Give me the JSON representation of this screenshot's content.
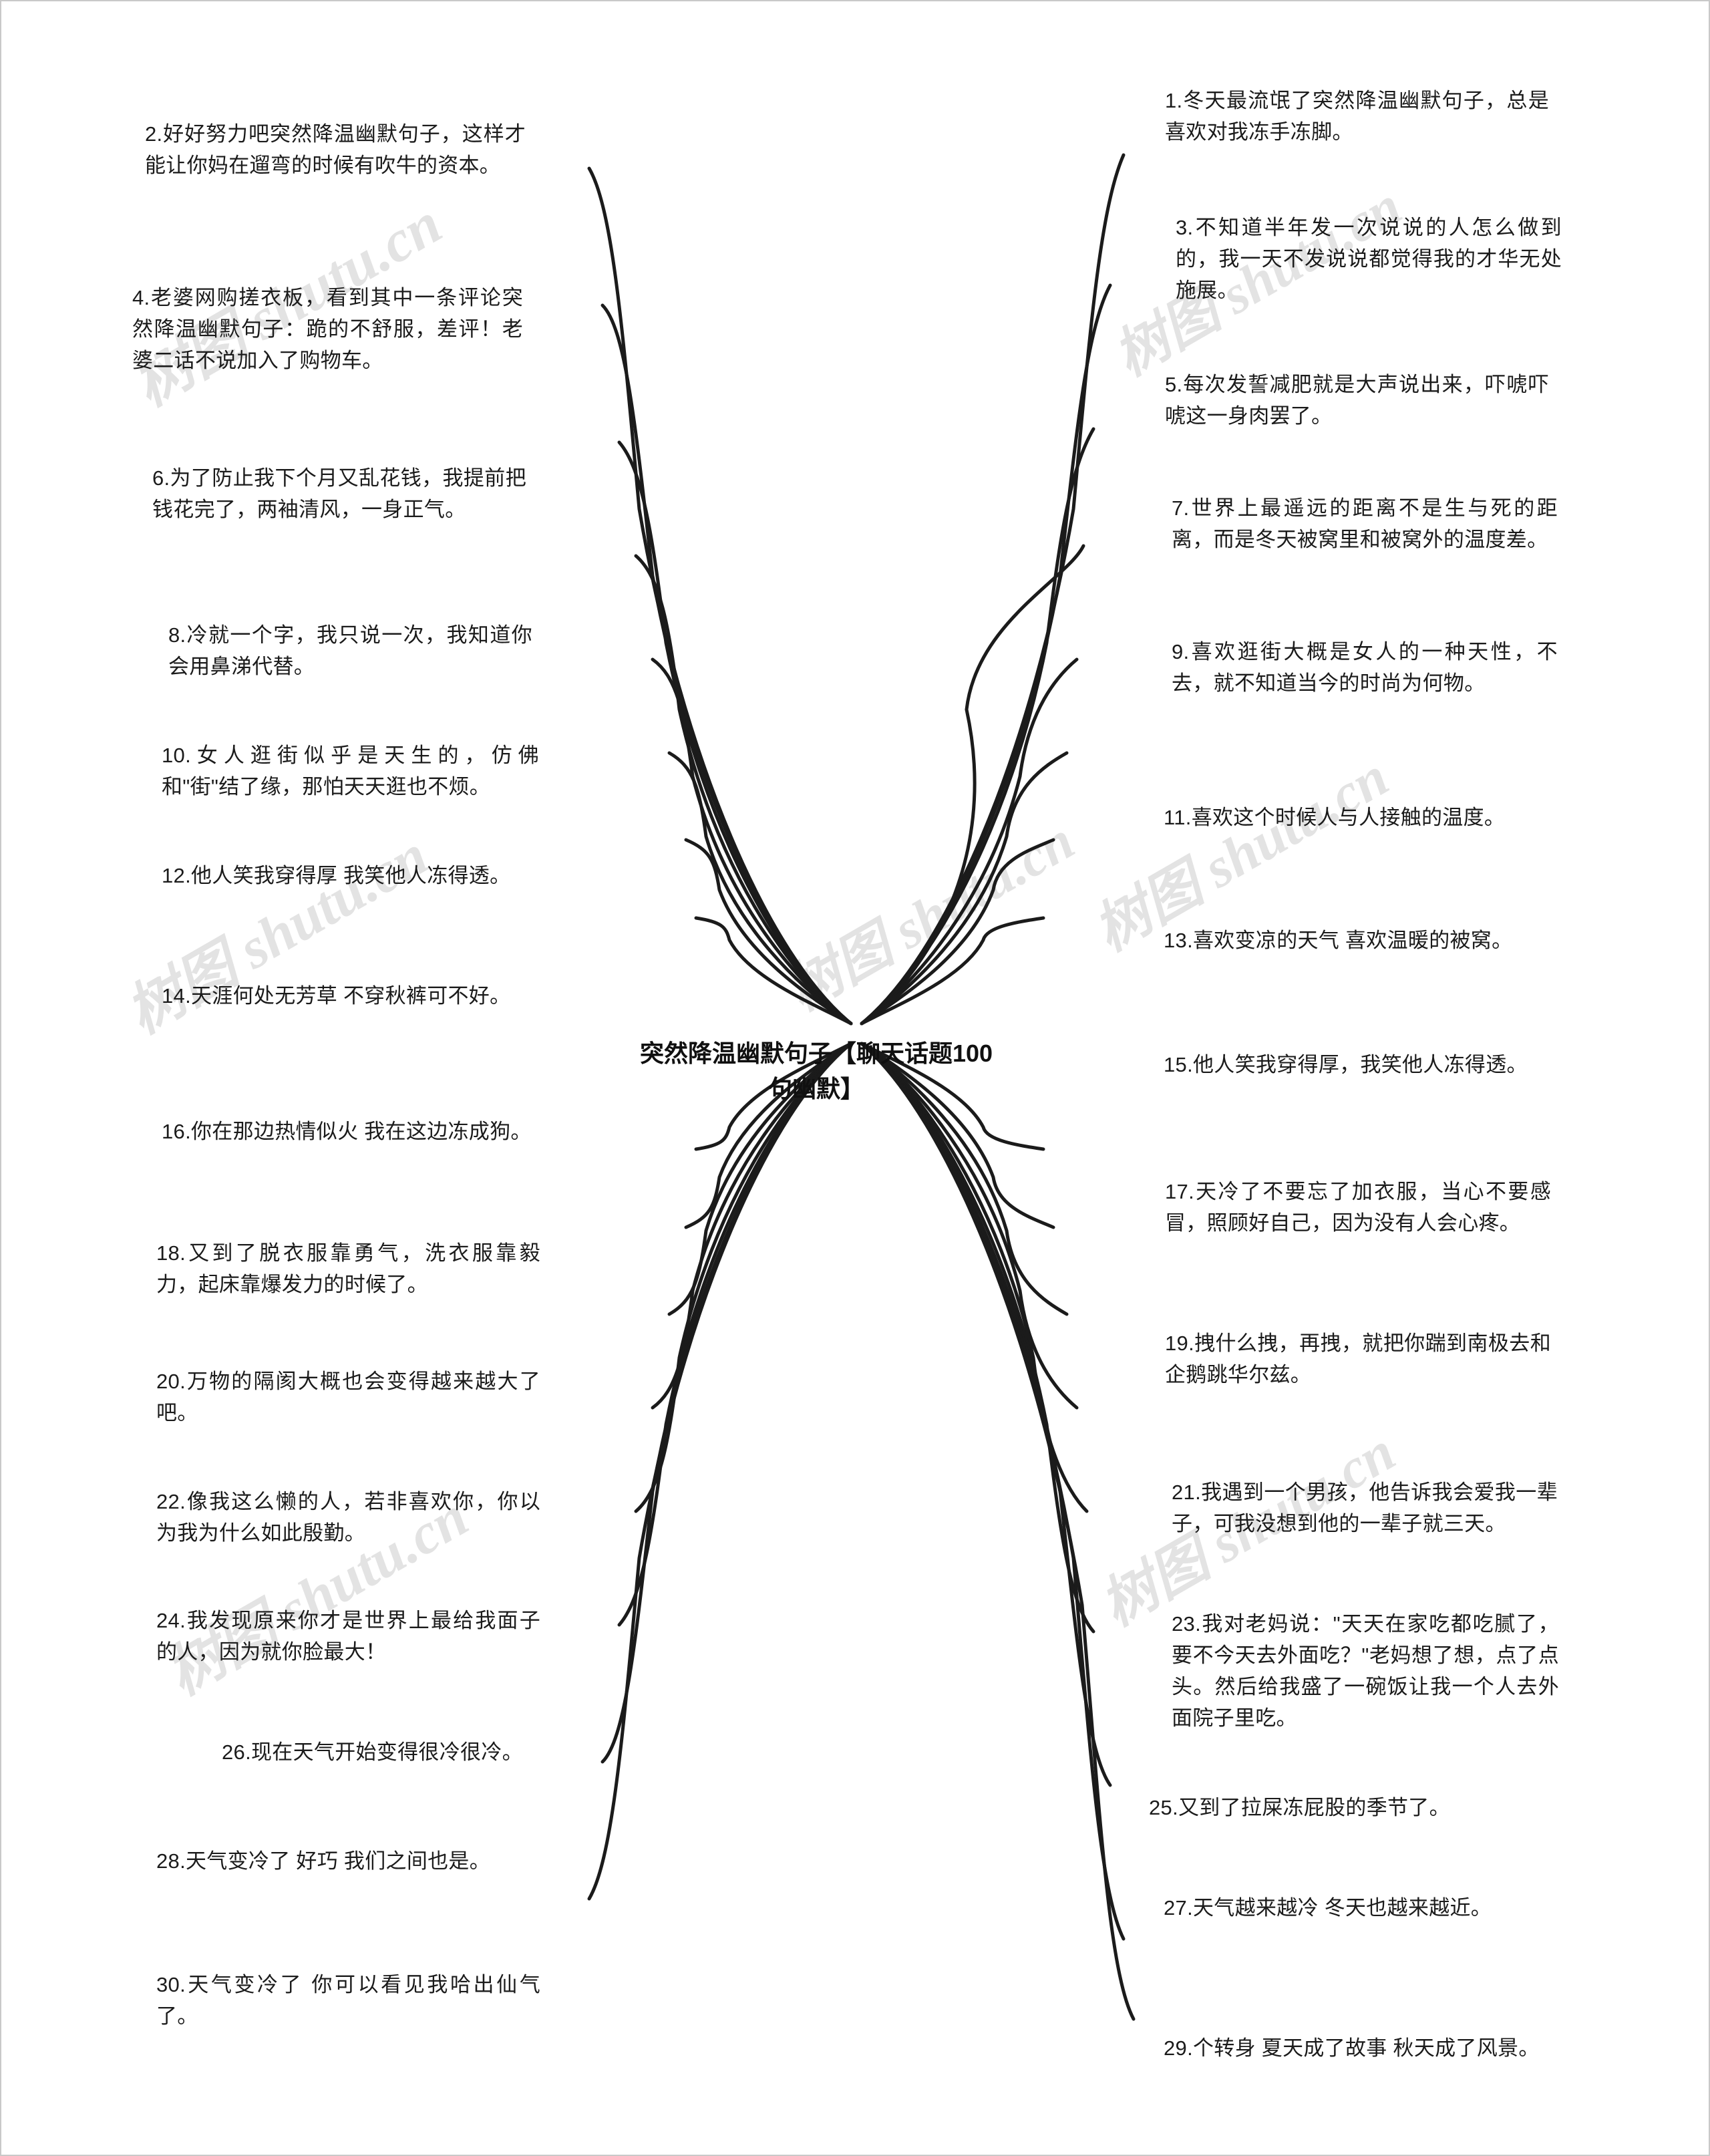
{
  "center": {
    "title": "突然降温幽默句子【聊天话题100句幽默】"
  },
  "watermark": {
    "text": "树图 shutu.cn"
  },
  "branches": {
    "left": [
      {
        "id": "n2",
        "text": "2.好好努力吧突然降温幽默句子，这样才能让你妈在遛弯的时候有吹牛的资本。"
      },
      {
        "id": "n4",
        "text": "4.老婆网购搓衣板，看到其中一条评论突然降温幽默句子：跪的不舒服，差评！老婆二话不说加入了购物车。"
      },
      {
        "id": "n6",
        "text": "6.为了防止我下个月又乱花钱，我提前把钱花完了，两袖清风，一身正气。"
      },
      {
        "id": "n8",
        "text": "8.冷就一个字，我只说一次，我知道你会用鼻涕代替。"
      },
      {
        "id": "n10",
        "text": "10.女人逛街似乎是天生的，仿佛和\"街\"结了缘，那怕天天逛也不烦。"
      },
      {
        "id": "n12",
        "text": "12.他人笑我穿得厚 我笑他人冻得透。"
      },
      {
        "id": "n14",
        "text": "14.天涯何处无芳草 不穿秋裤可不好。"
      },
      {
        "id": "n16",
        "text": "16.你在那边热情似火 我在这边冻成狗。"
      },
      {
        "id": "n18",
        "text": "18.又到了脱衣服靠勇气，洗衣服靠毅力，起床靠爆发力的时候了。"
      },
      {
        "id": "n20",
        "text": "20.万物的隔阂大概也会变得越来越大了吧。"
      },
      {
        "id": "n22",
        "text": "22.像我这么懒的人，若非喜欢你，你以为我为什么如此殷勤。"
      },
      {
        "id": "n24",
        "text": "24.我发现原来你才是世界上最给我面子的人，因为就你脸最大！"
      },
      {
        "id": "n26",
        "text": "26.现在天气开始变得很冷很冷。"
      },
      {
        "id": "n28",
        "text": "28.天气变冷了 好巧 我们之间也是。"
      },
      {
        "id": "n30",
        "text": "30.天气变冷了 你可以看见我哈出仙气了。"
      }
    ],
    "right": [
      {
        "id": "n1",
        "text": "1.冬天最流氓了突然降温幽默句子，总是喜欢对我冻手冻脚。"
      },
      {
        "id": "n3",
        "text": "3.不知道半年发一次说说的人怎么做到的，我一天不发说说都觉得我的才华无处施展。"
      },
      {
        "id": "n5",
        "text": "5.每次发誓减肥就是大声说出来，吓唬吓唬这一身肉罢了。"
      },
      {
        "id": "n7",
        "text": "7.世界上最遥远的距离不是生与死的距离，而是冬天被窝里和被窝外的温度差。"
      },
      {
        "id": "n9",
        "text": "9.喜欢逛街大概是女人的一种天性，不去，就不知道当今的时尚为何物。"
      },
      {
        "id": "n11",
        "text": "11.喜欢这个时候人与人接触的温度。"
      },
      {
        "id": "n13",
        "text": "13.喜欢变凉的天气 喜欢温暖的被窝。"
      },
      {
        "id": "n15",
        "text": "15.他人笑我穿得厚，我笑他人冻得透。"
      },
      {
        "id": "n17",
        "text": "17.天冷了不要忘了加衣服，当心不要感冒，照顾好自己，因为没有人会心疼。"
      },
      {
        "id": "n19",
        "text": "19.拽什么拽，再拽，就把你踹到南极去和企鹅跳华尔兹。"
      },
      {
        "id": "n21",
        "text": "21.我遇到一个男孩，他告诉我会爱我一辈子，可我没想到他的一辈子就三天。"
      },
      {
        "id": "n23",
        "text": "23.我对老妈说：\"天天在家吃都吃腻了，要不今天去外面吃？\"老妈想了想，点了点头。然后给我盛了一碗饭让我一个人去外面院子里吃。"
      },
      {
        "id": "n25",
        "text": "25.又到了拉屎冻屁股的季节了。"
      },
      {
        "id": "n27",
        "text": "27.天气越来越冷 冬天也越来越近。"
      },
      {
        "id": "n29",
        "text": "29.个转身 夏天成了故事 秋天成了风景。"
      }
    ]
  }
}
